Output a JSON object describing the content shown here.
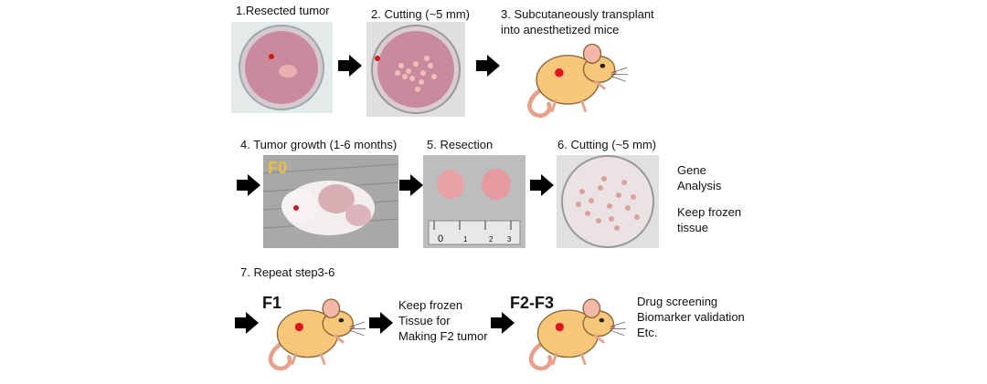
{
  "steps": {
    "s1": "1.Resected tumor",
    "s2": "2. Cutting (~5 mm)",
    "s3a": "3. Subcutaneously transplant",
    "s3b": "into anesthetized mice",
    "s4": "4. Tumor growth (1-6 months)",
    "s5": "5. Resection",
    "s6": "6. Cutting (~5 mm)",
    "s7": "7. Repeat step3-6"
  },
  "notes": {
    "gene1": "Gene",
    "gene2": "Analysis",
    "keep1": "Keep frozen",
    "keep2": "tissue",
    "f1a": "Keep frozen",
    "f1b": "Tissue for",
    "f1c": "Making F2 tumor",
    "d1": "Drug screening",
    "d2": "Biomarker validation",
    "d3": "Etc."
  },
  "generations": {
    "f0": "F0",
    "f1": "F1",
    "f2f3": "F2-F3"
  },
  "ruler_ticks": [
    "0",
    "1",
    "2",
    "3"
  ],
  "colors": {
    "arrow": "#000000",
    "mouse_body": "#f8c779",
    "tumor": "#e0141e",
    "dish": "#c98a9e"
  }
}
